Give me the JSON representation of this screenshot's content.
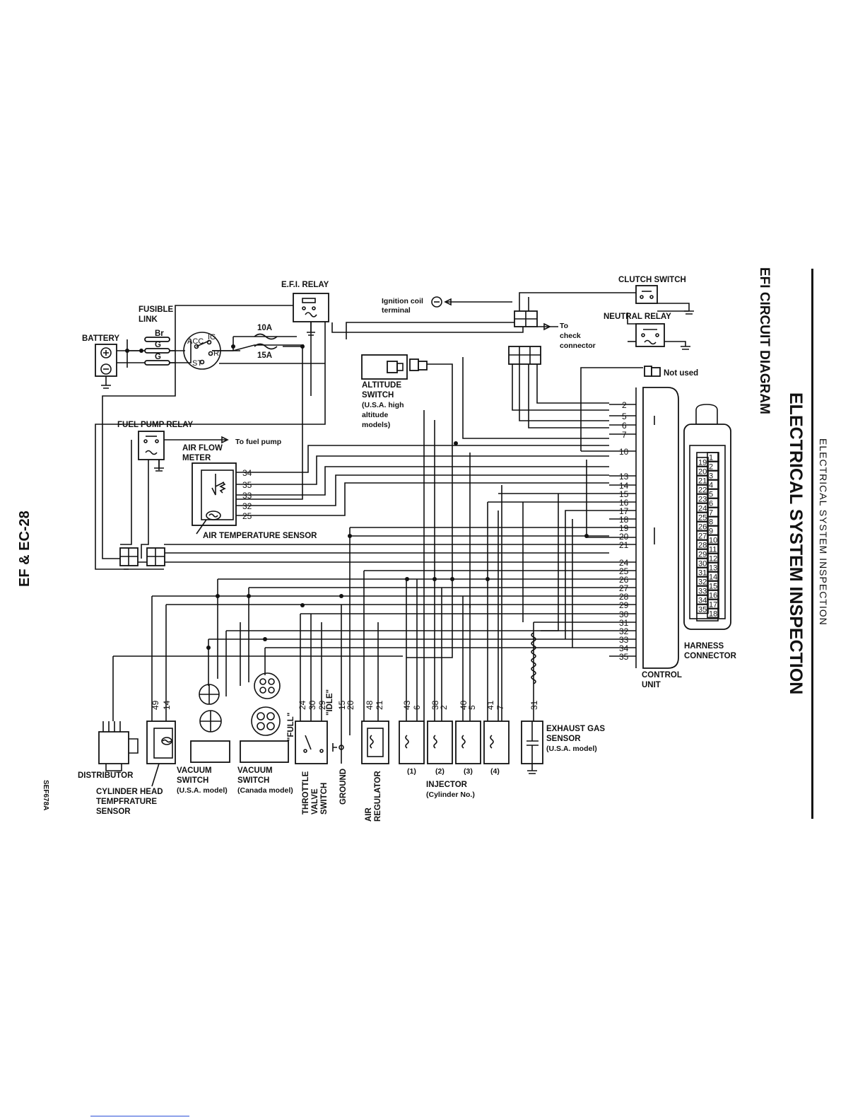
{
  "header": {
    "section": "ELECTRICAL SYSTEM INSPECTION",
    "title": "ELECTRICAL SYSTEM INSPECTION",
    "subtitle": "EFI CIRCUIT DIAGRAM"
  },
  "footer": {
    "page": "EF & EC-28",
    "figure_code": "SEF678A"
  },
  "labels": {
    "efi_relay": "E.F.I. RELAY",
    "fusible_link_1": "FUSIBLE",
    "fusible_link_2": "LINK",
    "battery": "BATTERY",
    "wire_br": "Br",
    "wire_g1": "G",
    "wire_g2": "G",
    "fuse_10a": "10A",
    "fuse_15a": "15A",
    "ign_acc": "ACC",
    "ign_ig": "IG",
    "ign_r": "R",
    "ign_st": "ST",
    "ignition_coil_1": "Ignition coil",
    "ignition_coil_2": "terminal",
    "clutch_switch": "CLUTCH SWITCH",
    "neutral_relay": "NEUTRAL RELAY",
    "to_check_1": "To",
    "to_check_2": "check",
    "to_check_3": "connector",
    "not_used": "Not used",
    "altitude_1": "ALTITUDE",
    "altitude_2": "SWITCH",
    "altitude_3": "(U.S.A. high",
    "altitude_4": "altitude",
    "altitude_5": "models)",
    "fuel_pump_relay": "FUEL PUMP RELAY",
    "to_fuel_pump": "To fuel pump",
    "air_flow_1": "AIR FLOW",
    "air_flow_2": "METER",
    "air_temp_sensor": "AIR TEMPERATURE SENSOR",
    "control_unit_1": "CONTROL",
    "control_unit_2": "UNIT",
    "harness_1": "HARNESS",
    "harness_2": "CONNECTOR",
    "distributor": "DISTRIBUTOR",
    "cyl_head_1": "CYLINDER HEAD",
    "cyl_head_2": "TEMPFRATURE",
    "cyl_head_3": "SENSOR",
    "vac_usa_1": "VACUUM",
    "vac_usa_2": "SWITCH",
    "vac_usa_3": "(U.S.A. model)",
    "vac_can_1": "VACUUM",
    "vac_can_2": "SWITCH",
    "vac_can_3": "(Canada model)",
    "full": "\"FULL\"",
    "idle": "\"IDLE\"",
    "throttle_1": "THROTTLE",
    "throttle_2": "VALVE",
    "throttle_3": "SWITCH",
    "ground": "GROUND",
    "air_reg_1": "AIR",
    "air_reg_2": "REGULATOR",
    "inj_1": "(1)",
    "inj_2": "(2)",
    "inj_3": "(3)",
    "inj_4": "(4)",
    "injector_1": "INJECTOR",
    "injector_2": "(Cylinder No.)",
    "exhaust_1": "EXHAUST GAS",
    "exhaust_2": "SENSOR",
    "exhaust_3": "(U.S.A. model)"
  },
  "control_unit_pins": [
    "2",
    "5",
    "6",
    "7",
    "10",
    "13",
    "14",
    "15",
    "16",
    "17",
    "18",
    "19",
    "20",
    "21",
    "24",
    "25",
    "26",
    "27",
    "28",
    "29",
    "30",
    "31",
    "32",
    "33",
    "34",
    "35"
  ],
  "afm_pins": [
    "34",
    "35",
    "33",
    "32",
    "25"
  ],
  "bottom_pins": {
    "cyl_head": [
      "49",
      "14"
    ],
    "throttle": [
      "24",
      "30",
      "29"
    ],
    "ground": [
      "15",
      "20"
    ],
    "air_reg": [
      "48",
      "21"
    ],
    "inj1": [
      "43",
      "6"
    ],
    "inj2": [
      "38",
      "2"
    ],
    "inj3": [
      "40",
      "5"
    ],
    "inj4": [
      "41",
      "7"
    ],
    "exhaust": [
      "31"
    ]
  },
  "harness_left": [
    "19",
    "20",
    "21",
    "22",
    "23",
    "24",
    "25",
    "26",
    "27",
    "28",
    "29",
    "30",
    "31",
    "32",
    "33",
    "34",
    "35"
  ],
  "harness_right": [
    "1",
    "2",
    "3",
    "4",
    "5",
    "6",
    "7",
    "8",
    "9",
    "10",
    "11",
    "12",
    "13",
    "14",
    "15",
    "16",
    "17",
    "18"
  ]
}
